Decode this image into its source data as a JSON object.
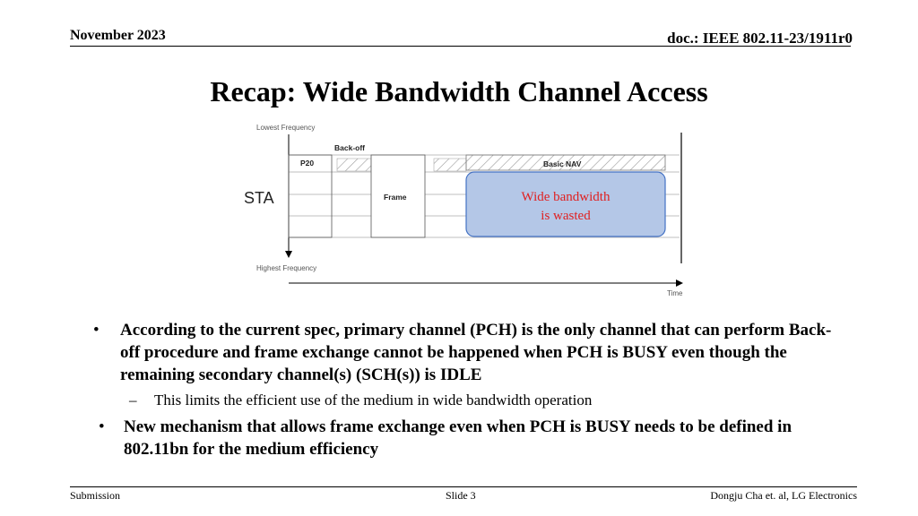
{
  "header": {
    "date": "November 2023",
    "doc": "doc.: IEEE 802.11-23/1911r0"
  },
  "title": "Recap: Wide Bandwidth Channel Access",
  "figure": {
    "lowest_frequency": "Lowest Frequency",
    "highest_frequency": "Highest Frequency",
    "sta": "STA",
    "p20": "P20",
    "backoff": "Back-off",
    "frame": "Frame",
    "basic_nav": "Basic NAV",
    "wasted_line1": "Wide bandwidth",
    "wasted_line2": "is wasted",
    "time": "Time",
    "colors": {
      "wasted_fill": "#b4c7e7",
      "wasted_stroke": "#4472c4",
      "wasted_text": "#e02020"
    }
  },
  "bullets": {
    "b1": "According to the current spec, primary channel (PCH) is the only channel that can perform Back-off procedure and frame exchange cannot be happened when PCH is BUSY even though the remaining secondary channel(s) (SCH(s)) is IDLE",
    "sub1": "This limits the efficient use of the medium in wide bandwidth operation",
    "b2": "New mechanism that allows frame exchange even when PCH is BUSY needs to be defined in 802.11bn for the medium efficiency",
    "bullet_glyph": "•",
    "dash_glyph": "–"
  },
  "footer": {
    "left": "Submission",
    "center": "Slide 3",
    "right": "Dongju Cha et. al, LG Electronics"
  }
}
